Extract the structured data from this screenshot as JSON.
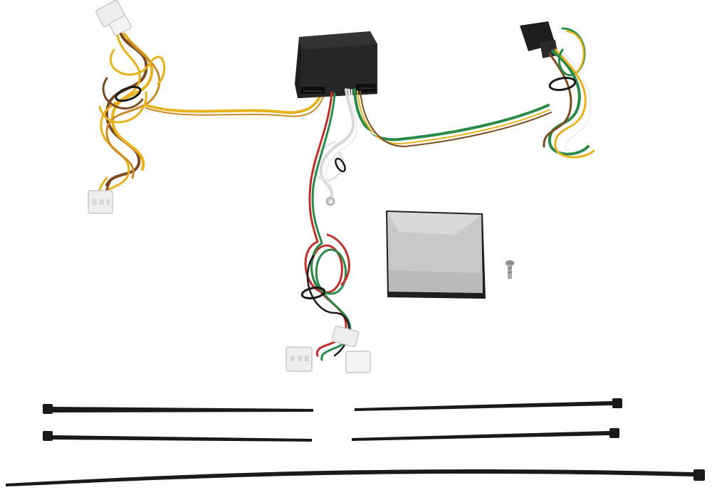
{
  "scene": {
    "background": "#ffffff",
    "objects": [
      "converter-module",
      "yellow-harness",
      "red-green-harness",
      "white-ground-wire",
      "four-way-trailer-harness",
      "adhesive-pad",
      "mounting-screw",
      "cable-ties"
    ]
  },
  "colors": {
    "module_body": "#1e1e1e",
    "module_top": "#2a2a2a",
    "yellow_wire": "#e8b21c",
    "brown_wire": "#7a4a20",
    "red_wire": "#c0302a",
    "green_wire": "#2a8a4a",
    "white_wire": "#f2f2f2",
    "connector_white": "#eeeeee",
    "tie_black": "#1a1a1a",
    "pad_silver": "#c8c8c8"
  },
  "cable_ties_count": 5
}
